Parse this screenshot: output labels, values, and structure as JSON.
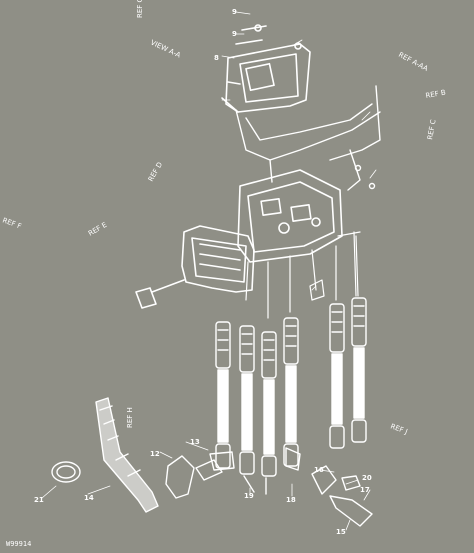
{
  "figure_id": "W99914",
  "callouts": [
    "8",
    "9",
    "9",
    "12",
    "13",
    "14",
    "15",
    "16",
    "17",
    "18",
    "19",
    "20",
    "21"
  ]
}
